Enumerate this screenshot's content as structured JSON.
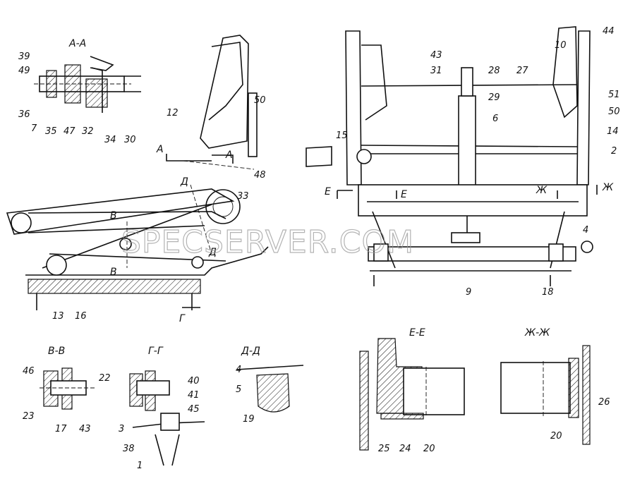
{
  "watermark": "SPECSERVER.COM",
  "sections": {
    "aa": "А-А",
    "vv": "В-В",
    "gg": "Г-Г",
    "dd": "Д-Д",
    "ee": "Е-Е",
    "zhzh": "Ж-Ж"
  },
  "cut_marks": {
    "a_left": "А",
    "a_right": "А",
    "d_top": "Д",
    "d_bottom": "Д",
    "v_top": "В",
    "v_bottom": "В",
    "g": "Г",
    "e_left": "Е",
    "e_right": "Е",
    "zh_left": "Ж",
    "zh_right": "Ж"
  },
  "labels": {
    "aa": [
      "39",
      "49",
      "36",
      "7",
      "35",
      "47",
      "32",
      "34",
      "30"
    ],
    "side": [
      "12",
      "50",
      "48",
      "33",
      "13",
      "16"
    ],
    "front": [
      "43",
      "31",
      "28",
      "10",
      "44",
      "27",
      "29",
      "6",
      "51",
      "50",
      "14",
      "15",
      "2",
      "4",
      "18",
      "9"
    ],
    "vv": [
      "46",
      "23",
      "17",
      "43",
      "22"
    ],
    "gg": [
      "40",
      "41",
      "45",
      "3",
      "38",
      "1"
    ],
    "dd": [
      "4",
      "5",
      "19"
    ],
    "ee": [
      "25",
      "24",
      "20"
    ],
    "zhzh": [
      "26",
      "20"
    ]
  }
}
